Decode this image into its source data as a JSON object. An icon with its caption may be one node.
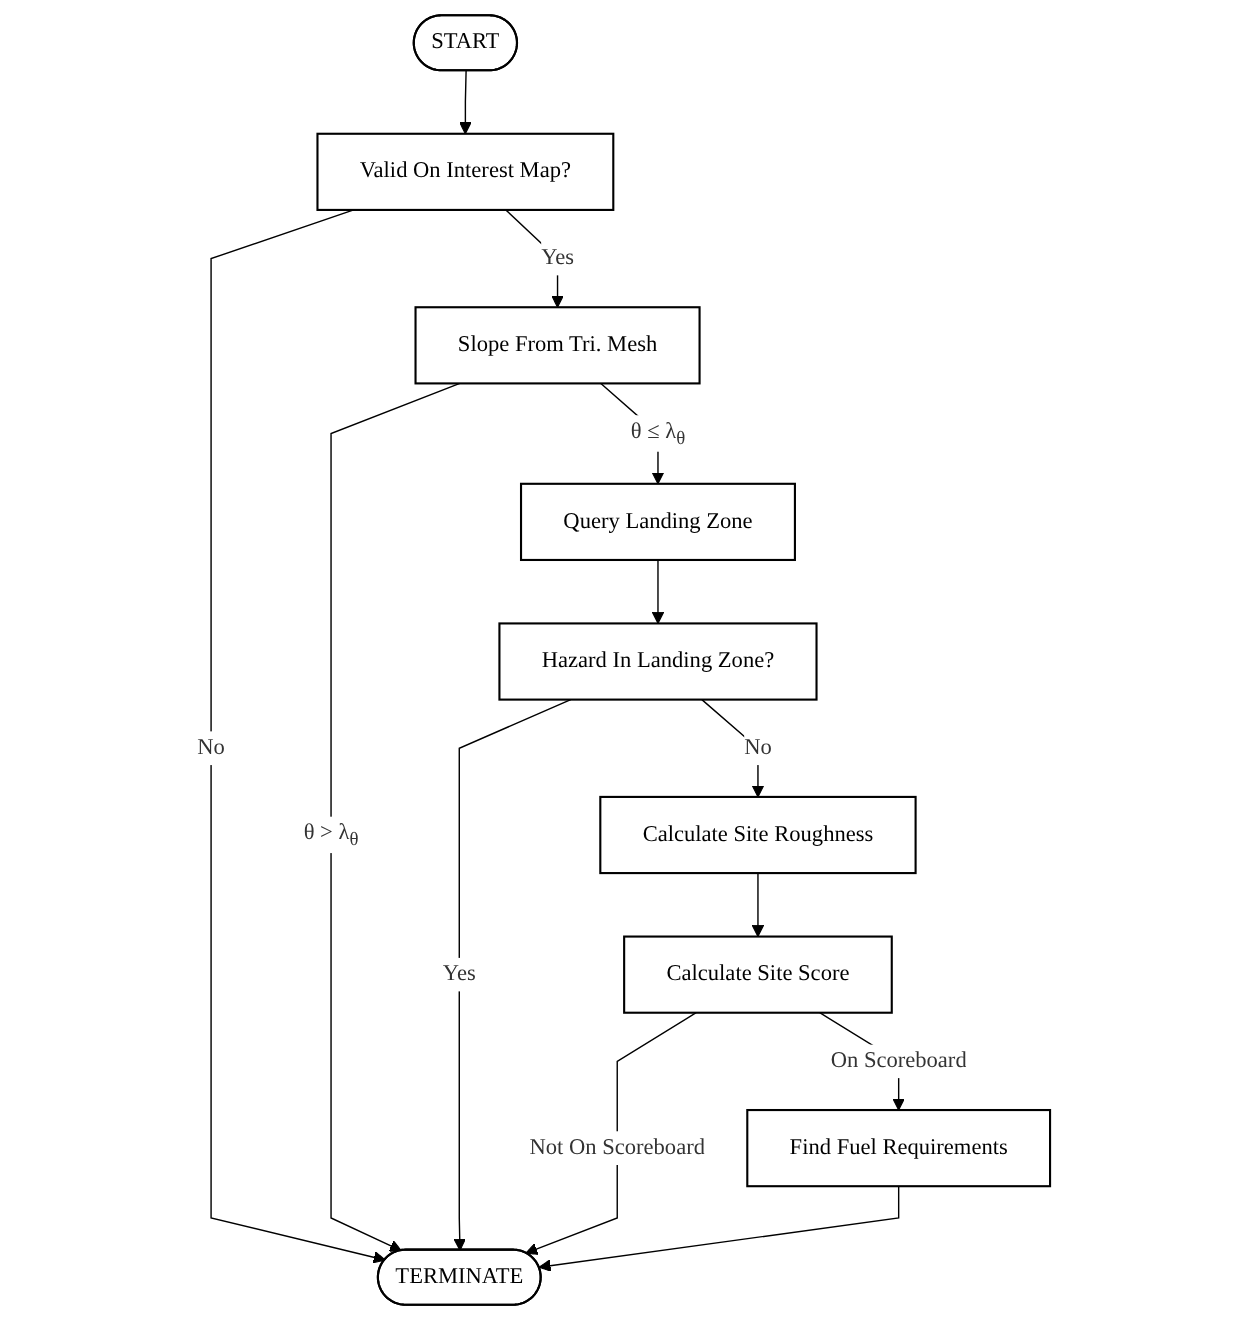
{
  "diagram": {
    "nodes": [
      {
        "text": [
          "START"
        ]
      },
      {
        "text": [
          "Valid On Interest Map?"
        ]
      },
      {
        "text": [
          "Slope From Tri. Mesh"
        ]
      },
      {
        "text": [
          "Query Landing Zone"
        ]
      },
      {
        "text": [
          "TERMINATE"
        ]
      },
      {
        "text": [
          "Hazard In Landing Zone?"
        ]
      },
      {
        "text": [
          "Calculate Site Roughness"
        ]
      },
      {
        "text": [
          "Calculate Site Score"
        ]
      },
      {
        "text": [
          "Find Fuel Requirements"
        ]
      }
    ],
    "edges": [
      {
        "from": 0,
        "to": 1,
        "arrow": "to"
      },
      {
        "from": 1,
        "to": 4,
        "arrow": "to",
        "label": "No"
      },
      {
        "from": 1,
        "to": 2,
        "arrow": "to",
        "label": "Yes"
      },
      {
        "from": 2,
        "to": 4,
        "arrow": "to",
        "label": "θ > λ$_{θ}$"
      },
      {
        "from": 2,
        "to": 3,
        "arrow": "to",
        "label": "θ ≤ λ$_{θ}$"
      },
      {
        "from": 3,
        "to": 5,
        "arrow": "to"
      },
      {
        "from": 5,
        "to": 4,
        "arrow": "to",
        "label": "Yes"
      },
      {
        "from": 5,
        "to": 6,
        "arrow": "to",
        "label": "No"
      },
      {
        "from": 6,
        "to": 7,
        "arrow": "to"
      },
      {
        "from": 7,
        "to": 4,
        "arrow": "to",
        "label": "Not On Scoreboard"
      },
      {
        "from": 7,
        "to": 8,
        "arrow": "to",
        "label": "On Scoreboard"
      },
      {
        "from": 8,
        "to": 4,
        "arrow": "to"
      }
    ]
  }
}
